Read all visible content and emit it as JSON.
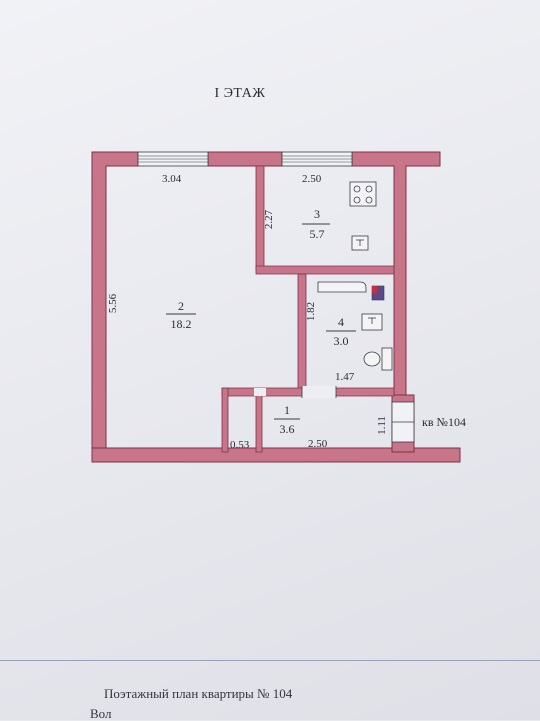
{
  "floor_title": "I ЭТАЖ",
  "rooms": [
    {
      "number": "1",
      "area": "3.6"
    },
    {
      "number": "2",
      "area": "18.2"
    },
    {
      "number": "3",
      "area": "5.7"
    },
    {
      "number": "4",
      "area": "3.0"
    }
  ],
  "dimensions": {
    "room2_width": "3.04",
    "room2_length": "5.56",
    "room3_width": "2.50",
    "room3_depth": "2.27",
    "room4_depth": "1.82",
    "room4_width": "1.47",
    "room1_width": "2.50",
    "room1_depth": "1.11",
    "closet_width": "0.53"
  },
  "apartment_label": "кв №104",
  "caption": {
    "line1": "Поэтажный план квартиры № 104",
    "line2": "Вол"
  },
  "colors": {
    "wall_fill": "#c8758a",
    "wall_stroke": "#7a3446",
    "line": "#3a3a46",
    "fixture": "#6b6b78"
  }
}
